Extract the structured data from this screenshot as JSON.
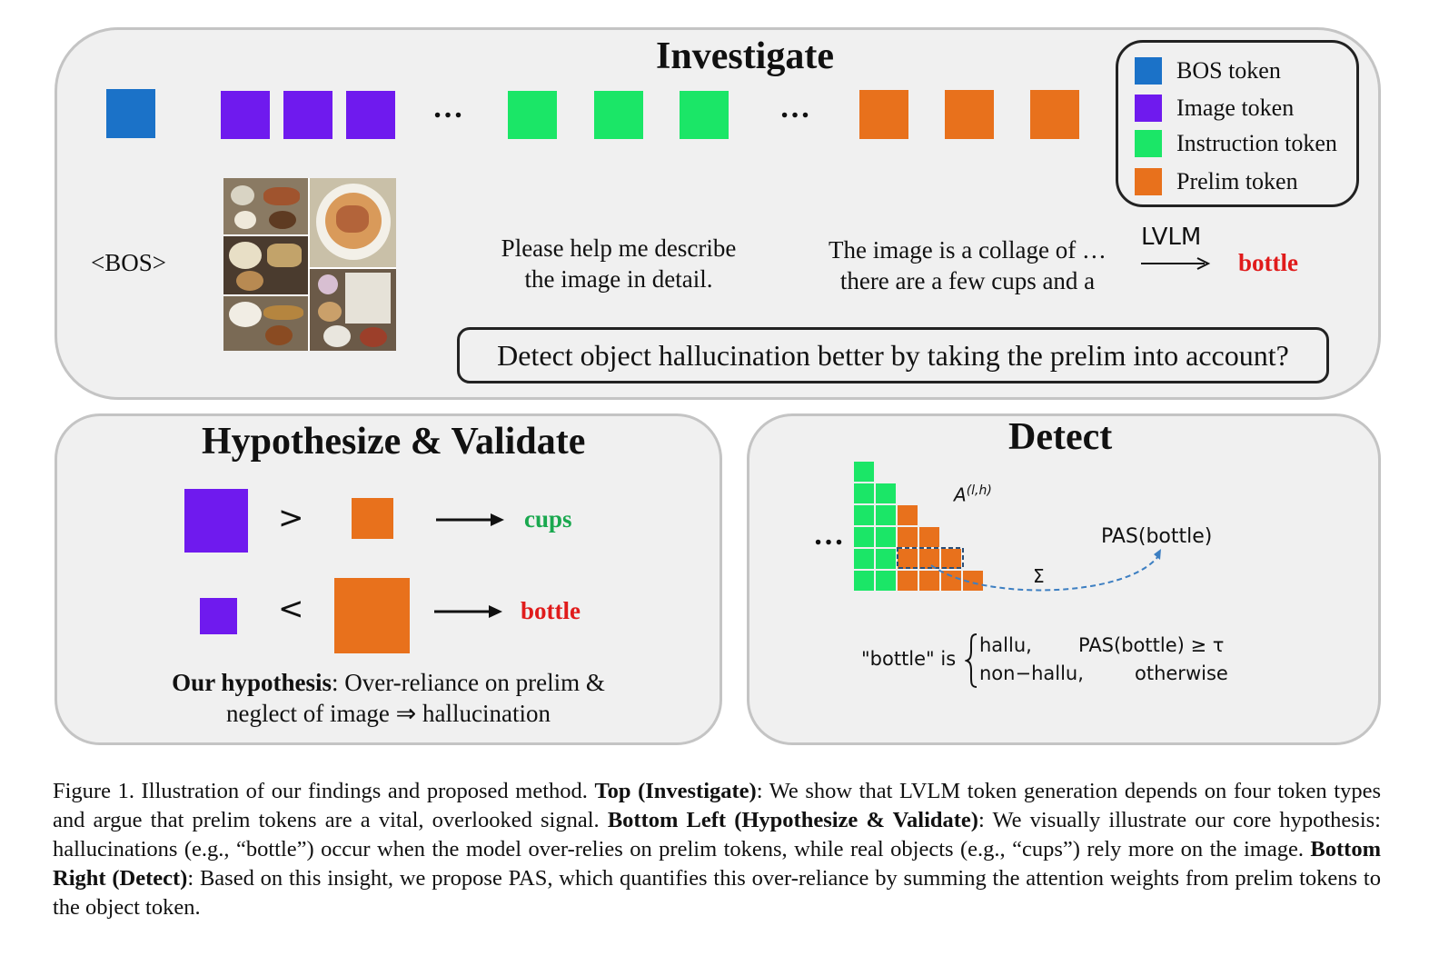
{
  "investigate": {
    "title": "Investigate",
    "bos_label": "<BOS>",
    "ellipsis": "…",
    "instruction_text_line1": "Please help me describe",
    "instruction_text_line2": "the image in detail.",
    "prelim_text_line1": "The image is a collage of …",
    "prelim_text_line2": "there are a few cups and a",
    "arrow_label": "LVLM",
    "output_word": "bottle",
    "question": "Detect object hallucination better by taking the prelim into account?",
    "legend": [
      {
        "label": "BOS token",
        "color": "#1b72c8"
      },
      {
        "label": "Image token",
        "color": "#6f1aee"
      },
      {
        "label": "Instruction token",
        "color": "#1be667"
      },
      {
        "label": "Prelim token",
        "color": "#e8711c"
      }
    ]
  },
  "hypothesize": {
    "title": "Hypothesize & Validate",
    "row1_operator": ">",
    "row1_word": "cups",
    "row2_operator": "<",
    "row2_word": "bottle",
    "hypothesis_bold": "Our hypothesis",
    "hypothesis_rest": ": Over-reliance on prelim &",
    "hypothesis_line2": "neglect of image ⇒ hallucination"
  },
  "detect": {
    "title": "Detect",
    "ellipsis": "…",
    "matrix_label_base": "A",
    "matrix_label_sup": "(l,h)",
    "sum_symbol": "Σ",
    "pas_label": "PAS(bottle)",
    "rule_subject": "\"bottle\" is",
    "case1_label": "hallu,",
    "case1_cond": "PAS(bottle) ≥ τ",
    "case2_label": "non−hallu,",
    "case2_cond": "otherwise"
  },
  "caption": {
    "lead": "Figure 1.  Illustration of our findings and proposed method. ",
    "top_bold": "Top (Investigate)",
    "top_text": ": We show that LVLM token generation depends on four token types and argue that prelim tokens are a vital, overlooked signal. ",
    "bl_bold": "Bottom Left (Hypothesize & Validate)",
    "bl_text": ": We visually illustrate our core hypothesis: hallucinations (e.g., “bottle”) occur when the model over-relies on prelim tokens, while real objects (e.g., “cups”) rely more on the image. ",
    "br_bold": "Bottom Right (Detect)",
    "br_text": ": Based on this insight, we propose PAS, which quantifies this over-reliance by summing the attention weights from prelim tokens to the object token."
  }
}
